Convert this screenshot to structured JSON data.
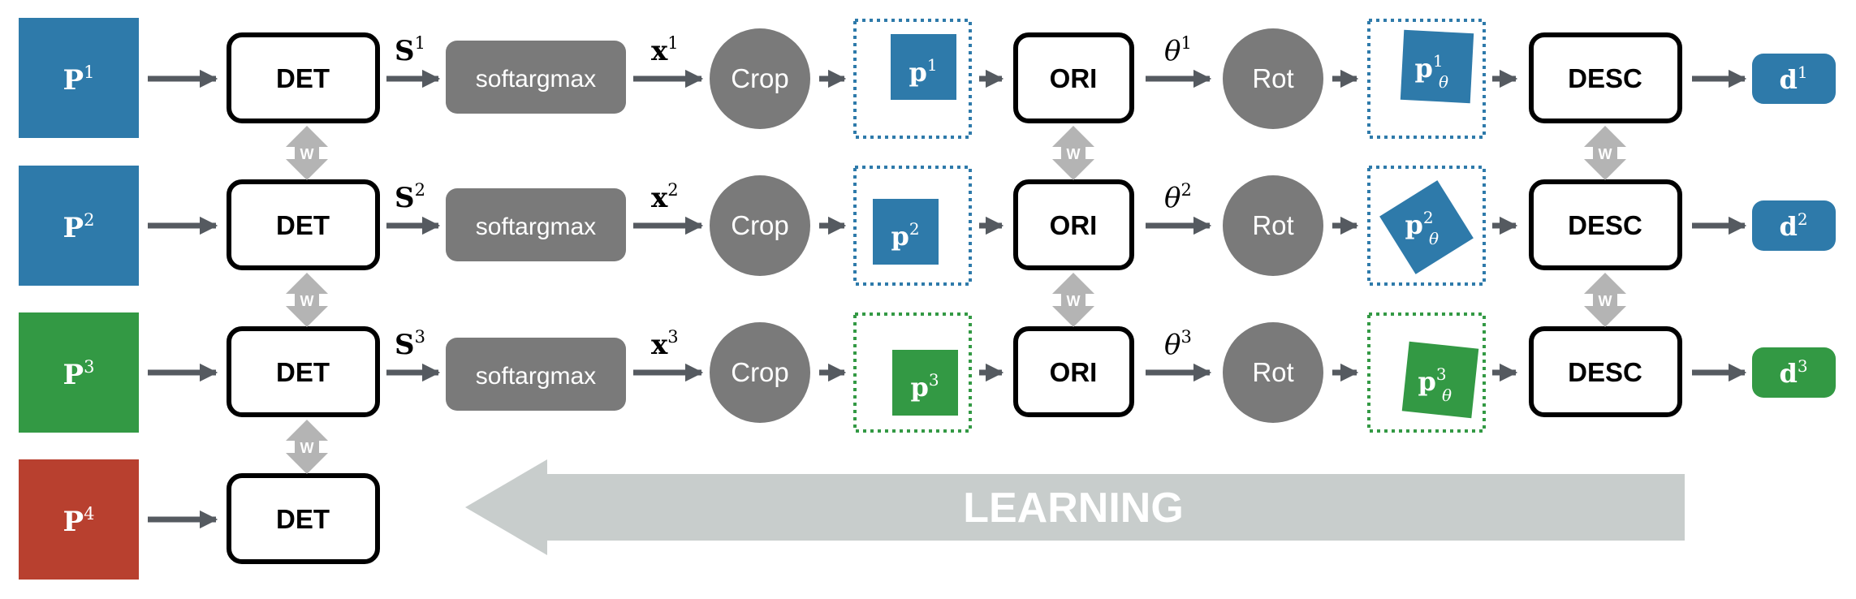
{
  "colors": {
    "blue": "#2e7aaa",
    "green": "#339944",
    "red": "#b8402f",
    "gray_box": "#7a7a7a",
    "arrow": "#555a60",
    "w_arrow": "#b4b4b4",
    "learning": "#c8cdcc"
  },
  "rows": [
    {
      "color": "blue",
      "input": {
        "base": "P",
        "sup": "1"
      },
      "det": "DET",
      "score": {
        "base": "S",
        "sup": "1"
      },
      "softargmax": "softargmax",
      "coord": {
        "base": "x",
        "sup": "1"
      },
      "crop": "Crop",
      "patch": {
        "base": "p",
        "sup": "1"
      },
      "ori": "ORI",
      "angle": {
        "base": "θ",
        "sup": "1"
      },
      "rot": "Rot",
      "rotated_patch": {
        "base": "p",
        "sup": "1",
        "sub": "θ"
      },
      "desc": "DESC",
      "descriptor": {
        "base": "d",
        "sup": "1"
      }
    },
    {
      "color": "blue",
      "input": {
        "base": "P",
        "sup": "2"
      },
      "det": "DET",
      "score": {
        "base": "S",
        "sup": "2"
      },
      "softargmax": "softargmax",
      "coord": {
        "base": "x",
        "sup": "2"
      },
      "crop": "Crop",
      "patch": {
        "base": "p",
        "sup": "2"
      },
      "ori": "ORI",
      "angle": {
        "base": "θ",
        "sup": "2"
      },
      "rot": "Rot",
      "rotated_patch": {
        "base": "p",
        "sup": "2",
        "sub": "θ"
      },
      "desc": "DESC",
      "descriptor": {
        "base": "d",
        "sup": "2"
      }
    },
    {
      "color": "green",
      "input": {
        "base": "P",
        "sup": "3"
      },
      "det": "DET",
      "score": {
        "base": "S",
        "sup": "3"
      },
      "softargmax": "softargmax",
      "coord": {
        "base": "x",
        "sup": "3"
      },
      "crop": "Crop",
      "patch": {
        "base": "p",
        "sup": "3"
      },
      "ori": "ORI",
      "angle": {
        "base": "θ",
        "sup": "3"
      },
      "rot": "Rot",
      "rotated_patch": {
        "base": "p",
        "sup": "3",
        "sub": "θ"
      },
      "desc": "DESC",
      "descriptor": {
        "base": "d",
        "sup": "3"
      }
    },
    {
      "color": "red",
      "input": {
        "base": "P",
        "sup": "4"
      },
      "det": "DET"
    }
  ],
  "shared_weight_label": "W",
  "learning_label": "LEARNING"
}
